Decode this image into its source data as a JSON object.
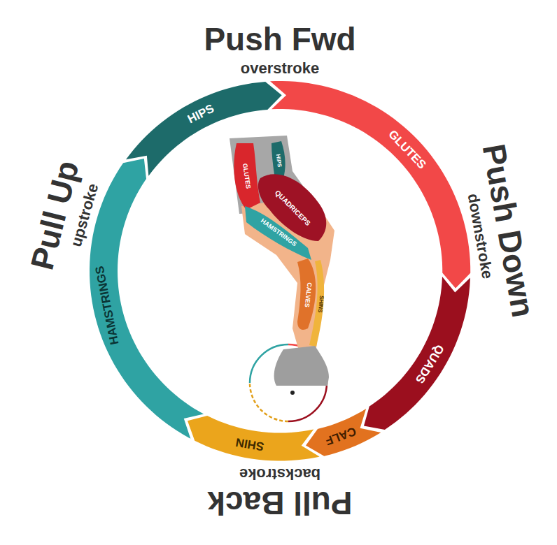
{
  "diagram": {
    "nodes": [
      {
        "text": [
          "HIPS"
        ]
      },
      {
        "text": [
          "GLUTES"
        ]
      },
      {
        "text": [
          "QUADS"
        ]
      },
      {
        "text": [
          "CALF"
        ]
      },
      {
        "text": [
          "SHIN"
        ]
      },
      {
        "text": [
          "HAMSTRINGS"
        ]
      }
    ],
    "labels": [
      "Push Fwd",
      "overstroke",
      "Pull Up",
      "upstroke",
      "GLUTES",
      "HIPS",
      "QUADRICEPS",
      "HAMSTRINGS",
      "CALVES",
      "SHINS",
      "Push Down",
      "downstroke",
      "Pull Back",
      "backstroke"
    ]
  }
}
